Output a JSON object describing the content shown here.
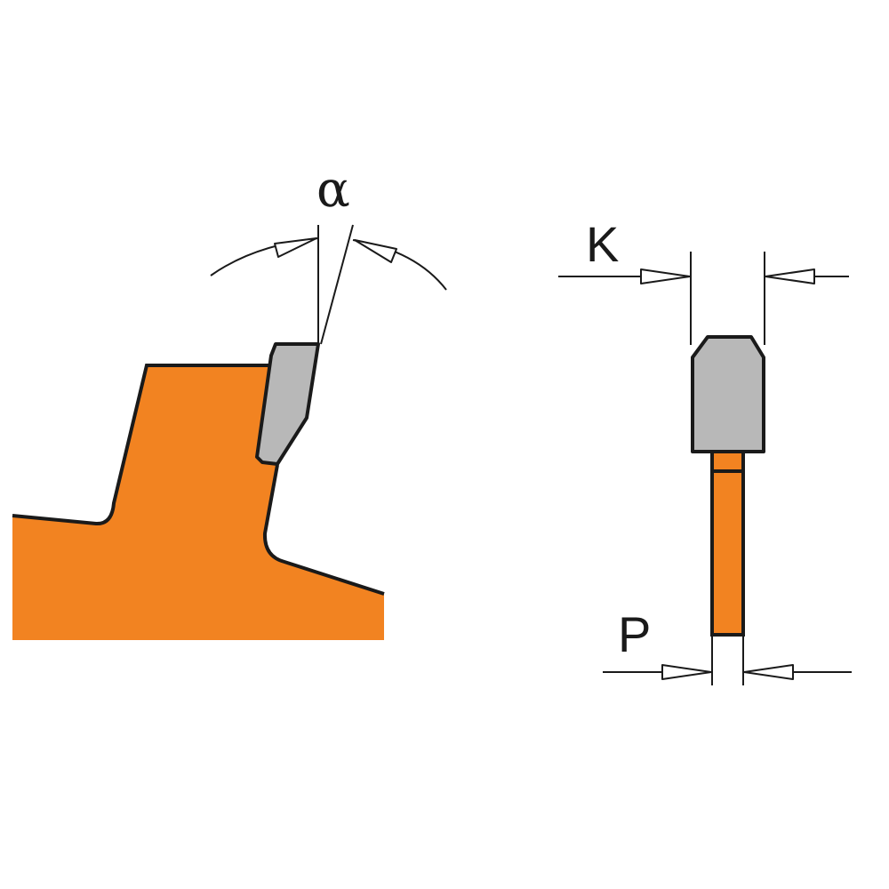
{
  "labels": {
    "angle": "α",
    "kerf": "K",
    "plate": "P"
  },
  "colors": {
    "blade": "#f28321",
    "carbide": "#b8b8b8",
    "outline": "#1a1a1a",
    "background": "#ffffff"
  }
}
